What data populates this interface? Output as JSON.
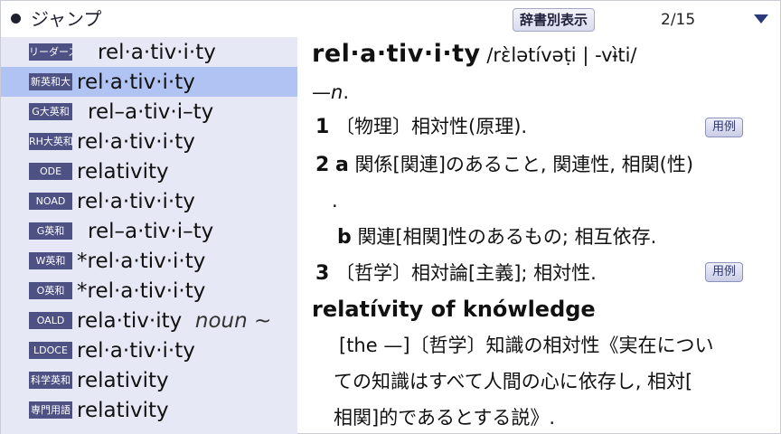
{
  "header": {
    "title": "ジャンプ",
    "display_button": "辞書別表示",
    "page": "2/15"
  },
  "sidebar": {
    "items": [
      {
        "tag": "リーダーズ",
        "word": "rel·a·tiv·i·ty",
        "selected": false
      },
      {
        "tag": "新英和大",
        "word": "rel·a·tiv·i·ty",
        "selected": true
      },
      {
        "tag": "G大英和",
        "word": "rel–a·tiv·i–ty",
        "selected": false
      },
      {
        "tag": "RH大英和",
        "word": "rel·a·tiv·i·ty",
        "selected": false
      },
      {
        "tag": "ODE",
        "word": "relativity",
        "selected": false
      },
      {
        "tag": "NOAD",
        "word": "rel·a·tiv·i·ty",
        "selected": false
      },
      {
        "tag": "G英和",
        "word": "rel–a·tiv·i–ty",
        "selected": false
      },
      {
        "tag": "W英和",
        "word": "*rel·a·tiv·i·ty",
        "selected": false
      },
      {
        "tag": "O英和",
        "word": "*rel·a·tiv·i·ty",
        "selected": false
      },
      {
        "tag": "OALD",
        "word": "rela·tiv·ity",
        "suffix": "noun ~",
        "selected": false
      },
      {
        "tag": "LDOCE",
        "word": "rel·a·tiv·i·ty",
        "selected": false
      },
      {
        "tag": "科学英和",
        "word": "relativity",
        "selected": false
      },
      {
        "tag": "専門用語",
        "word": "relativity",
        "selected": false
      }
    ]
  },
  "entry": {
    "headword": "rel·a·tiv·i·ty",
    "pronunciation": "/rὲlətívəṭi | -vɨ̀ti/",
    "pos_dash": "—",
    "pos": "n",
    "pos_period": ".",
    "sense1_num": "1",
    "sense1_text": "〔物理〕相対性(原理).",
    "example_label": "用例",
    "sense2_num": "2",
    "sense2a_letter": "a",
    "sense2a_text": "関係[関連]のあること, 関連性, 相関(性)",
    "sense2a_cont": ".",
    "sense2b_letter": "b",
    "sense2b_text": "関連[相関]性のあるもの; 相互依存.",
    "sense3_num": "3",
    "sense3_text": "〔哲学〕相対論[主義]; 相対性.",
    "example_label_2": "用例",
    "phrase": "relatívity of knówledge",
    "phrase_def_1": "[the —]〔哲学〕知識の相対性《実在につい",
    "phrase_def_2": "ての知識はすべて人間の心に依存し, 相対[",
    "phrase_def_3": "相関]的であるとする説》."
  }
}
